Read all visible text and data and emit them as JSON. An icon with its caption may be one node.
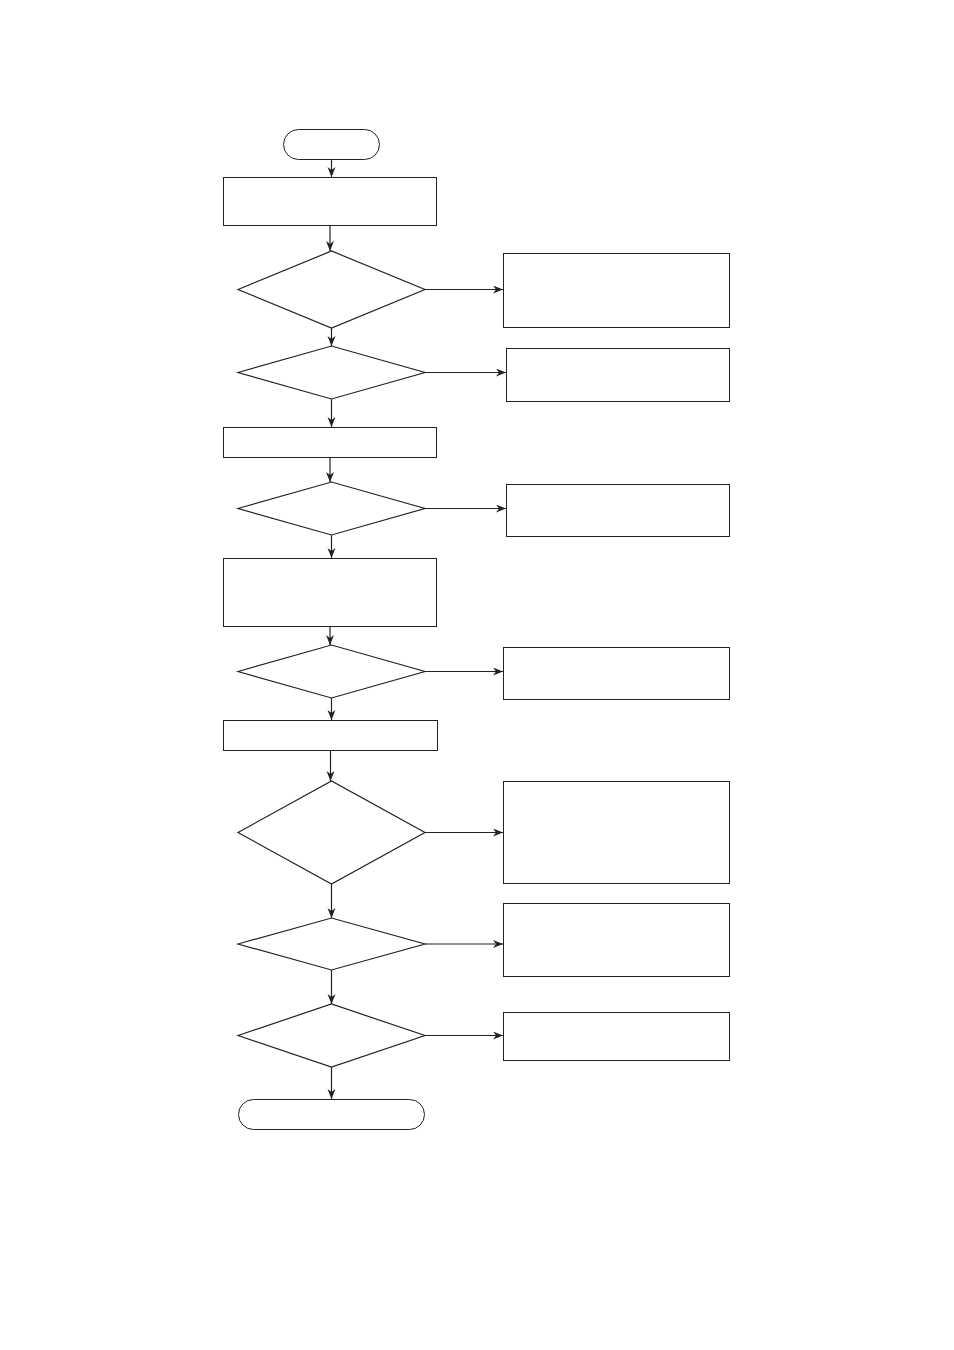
{
  "diagram": {
    "nodes": [
      {
        "text": [],
        "shape": "terminal"
      },
      {
        "text": [],
        "shape": "box"
      },
      {
        "text": [],
        "shape": "diamond"
      },
      {
        "text": [],
        "shape": "box"
      },
      {
        "text": [],
        "shape": "diamond"
      },
      {
        "text": [],
        "shape": "box"
      },
      {
        "text": [],
        "shape": "box"
      },
      {
        "text": [],
        "shape": "diamond"
      },
      {
        "text": [],
        "shape": "box"
      },
      {
        "text": [],
        "shape": "box"
      },
      {
        "text": [],
        "shape": "diamond"
      },
      {
        "text": [],
        "shape": "box"
      },
      {
        "text": [],
        "shape": "box"
      },
      {
        "text": [],
        "shape": "diamond"
      },
      {
        "text": [],
        "shape": "box"
      },
      {
        "text": [],
        "shape": "diamond"
      },
      {
        "text": [],
        "shape": "box"
      },
      {
        "text": [],
        "shape": "diamond"
      },
      {
        "text": [],
        "shape": "box"
      },
      {
        "text": [],
        "shape": "terminal"
      }
    ],
    "edges": [
      {
        "from": 0,
        "to": 1,
        "arrow": "to"
      },
      {
        "from": 1,
        "to": 2,
        "arrow": "to"
      },
      {
        "from": 2,
        "to": 3,
        "arrow": "to"
      },
      {
        "from": 2,
        "to": 4,
        "arrow": "to"
      },
      {
        "from": 4,
        "to": 5,
        "arrow": "to"
      },
      {
        "from": 4,
        "to": 6,
        "arrow": "to"
      },
      {
        "from": 6,
        "to": 7,
        "arrow": "to"
      },
      {
        "from": 7,
        "to": 8,
        "arrow": "to"
      },
      {
        "from": 7,
        "to": 9,
        "arrow": "to"
      },
      {
        "from": 9,
        "to": 10,
        "arrow": "to"
      },
      {
        "from": 10,
        "to": 11,
        "arrow": "to"
      },
      {
        "from": 10,
        "to": 12,
        "arrow": "to"
      },
      {
        "from": 12,
        "to": 13,
        "arrow": "to"
      },
      {
        "from": 13,
        "to": 14,
        "arrow": "to"
      },
      {
        "from": 13,
        "to": 15,
        "arrow": "to"
      },
      {
        "from": 15,
        "to": 16,
        "arrow": "to"
      },
      {
        "from": 15,
        "to": 17,
        "arrow": "to"
      },
      {
        "from": 17,
        "to": 18,
        "arrow": "to"
      },
      {
        "from": 17,
        "to": 19,
        "arrow": "to"
      }
    ]
  }
}
